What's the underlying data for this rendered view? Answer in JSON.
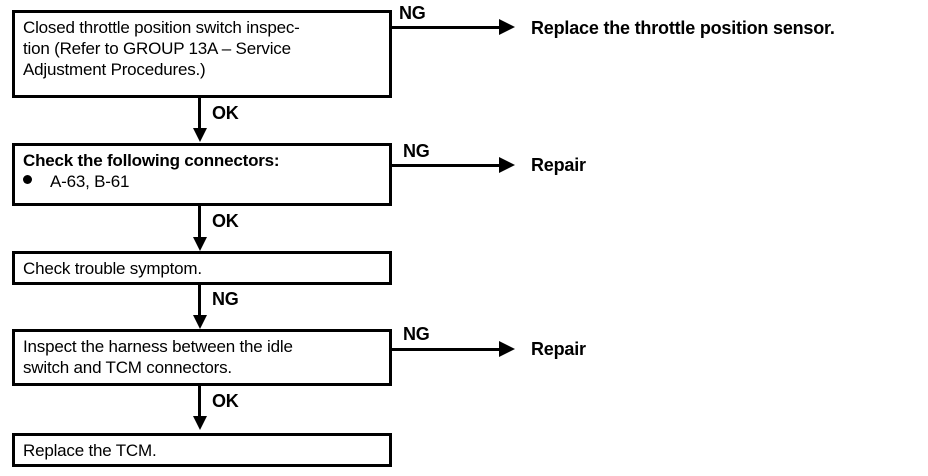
{
  "diagram": {
    "title": "Closed throttle position switch troubleshooting flowchart",
    "type": "flowchart",
    "line_color": "#000000",
    "background_color": "#ffffff"
  },
  "steps": [
    {
      "id": "step-1",
      "text": "Closed throttle position switch inspec-\ntion (Refer to GROUP 13A – Service\nAdjustment Procedures.)"
    },
    {
      "id": "step-2",
      "heading": "Check the following connectors:",
      "bullet": "A-63, B-61"
    },
    {
      "id": "step-3",
      "text": "Check trouble symptom."
    },
    {
      "id": "step-4",
      "text": "Inspect the harness between the idle\nswitch and TCM connectors."
    },
    {
      "id": "step-5",
      "text": "Replace the TCM."
    }
  ],
  "branch_labels": {
    "ng_1": "NG",
    "ng_2": "NG",
    "ng_3": "NG",
    "ok_1": "OK",
    "ok_2": "OK",
    "ok_3": "OK",
    "ng_down": "NG"
  },
  "results": [
    {
      "id": "result-1",
      "text": "Replace the throttle position sensor."
    },
    {
      "id": "result-2",
      "text": "Repair"
    },
    {
      "id": "result-3",
      "text": "Repair"
    }
  ]
}
